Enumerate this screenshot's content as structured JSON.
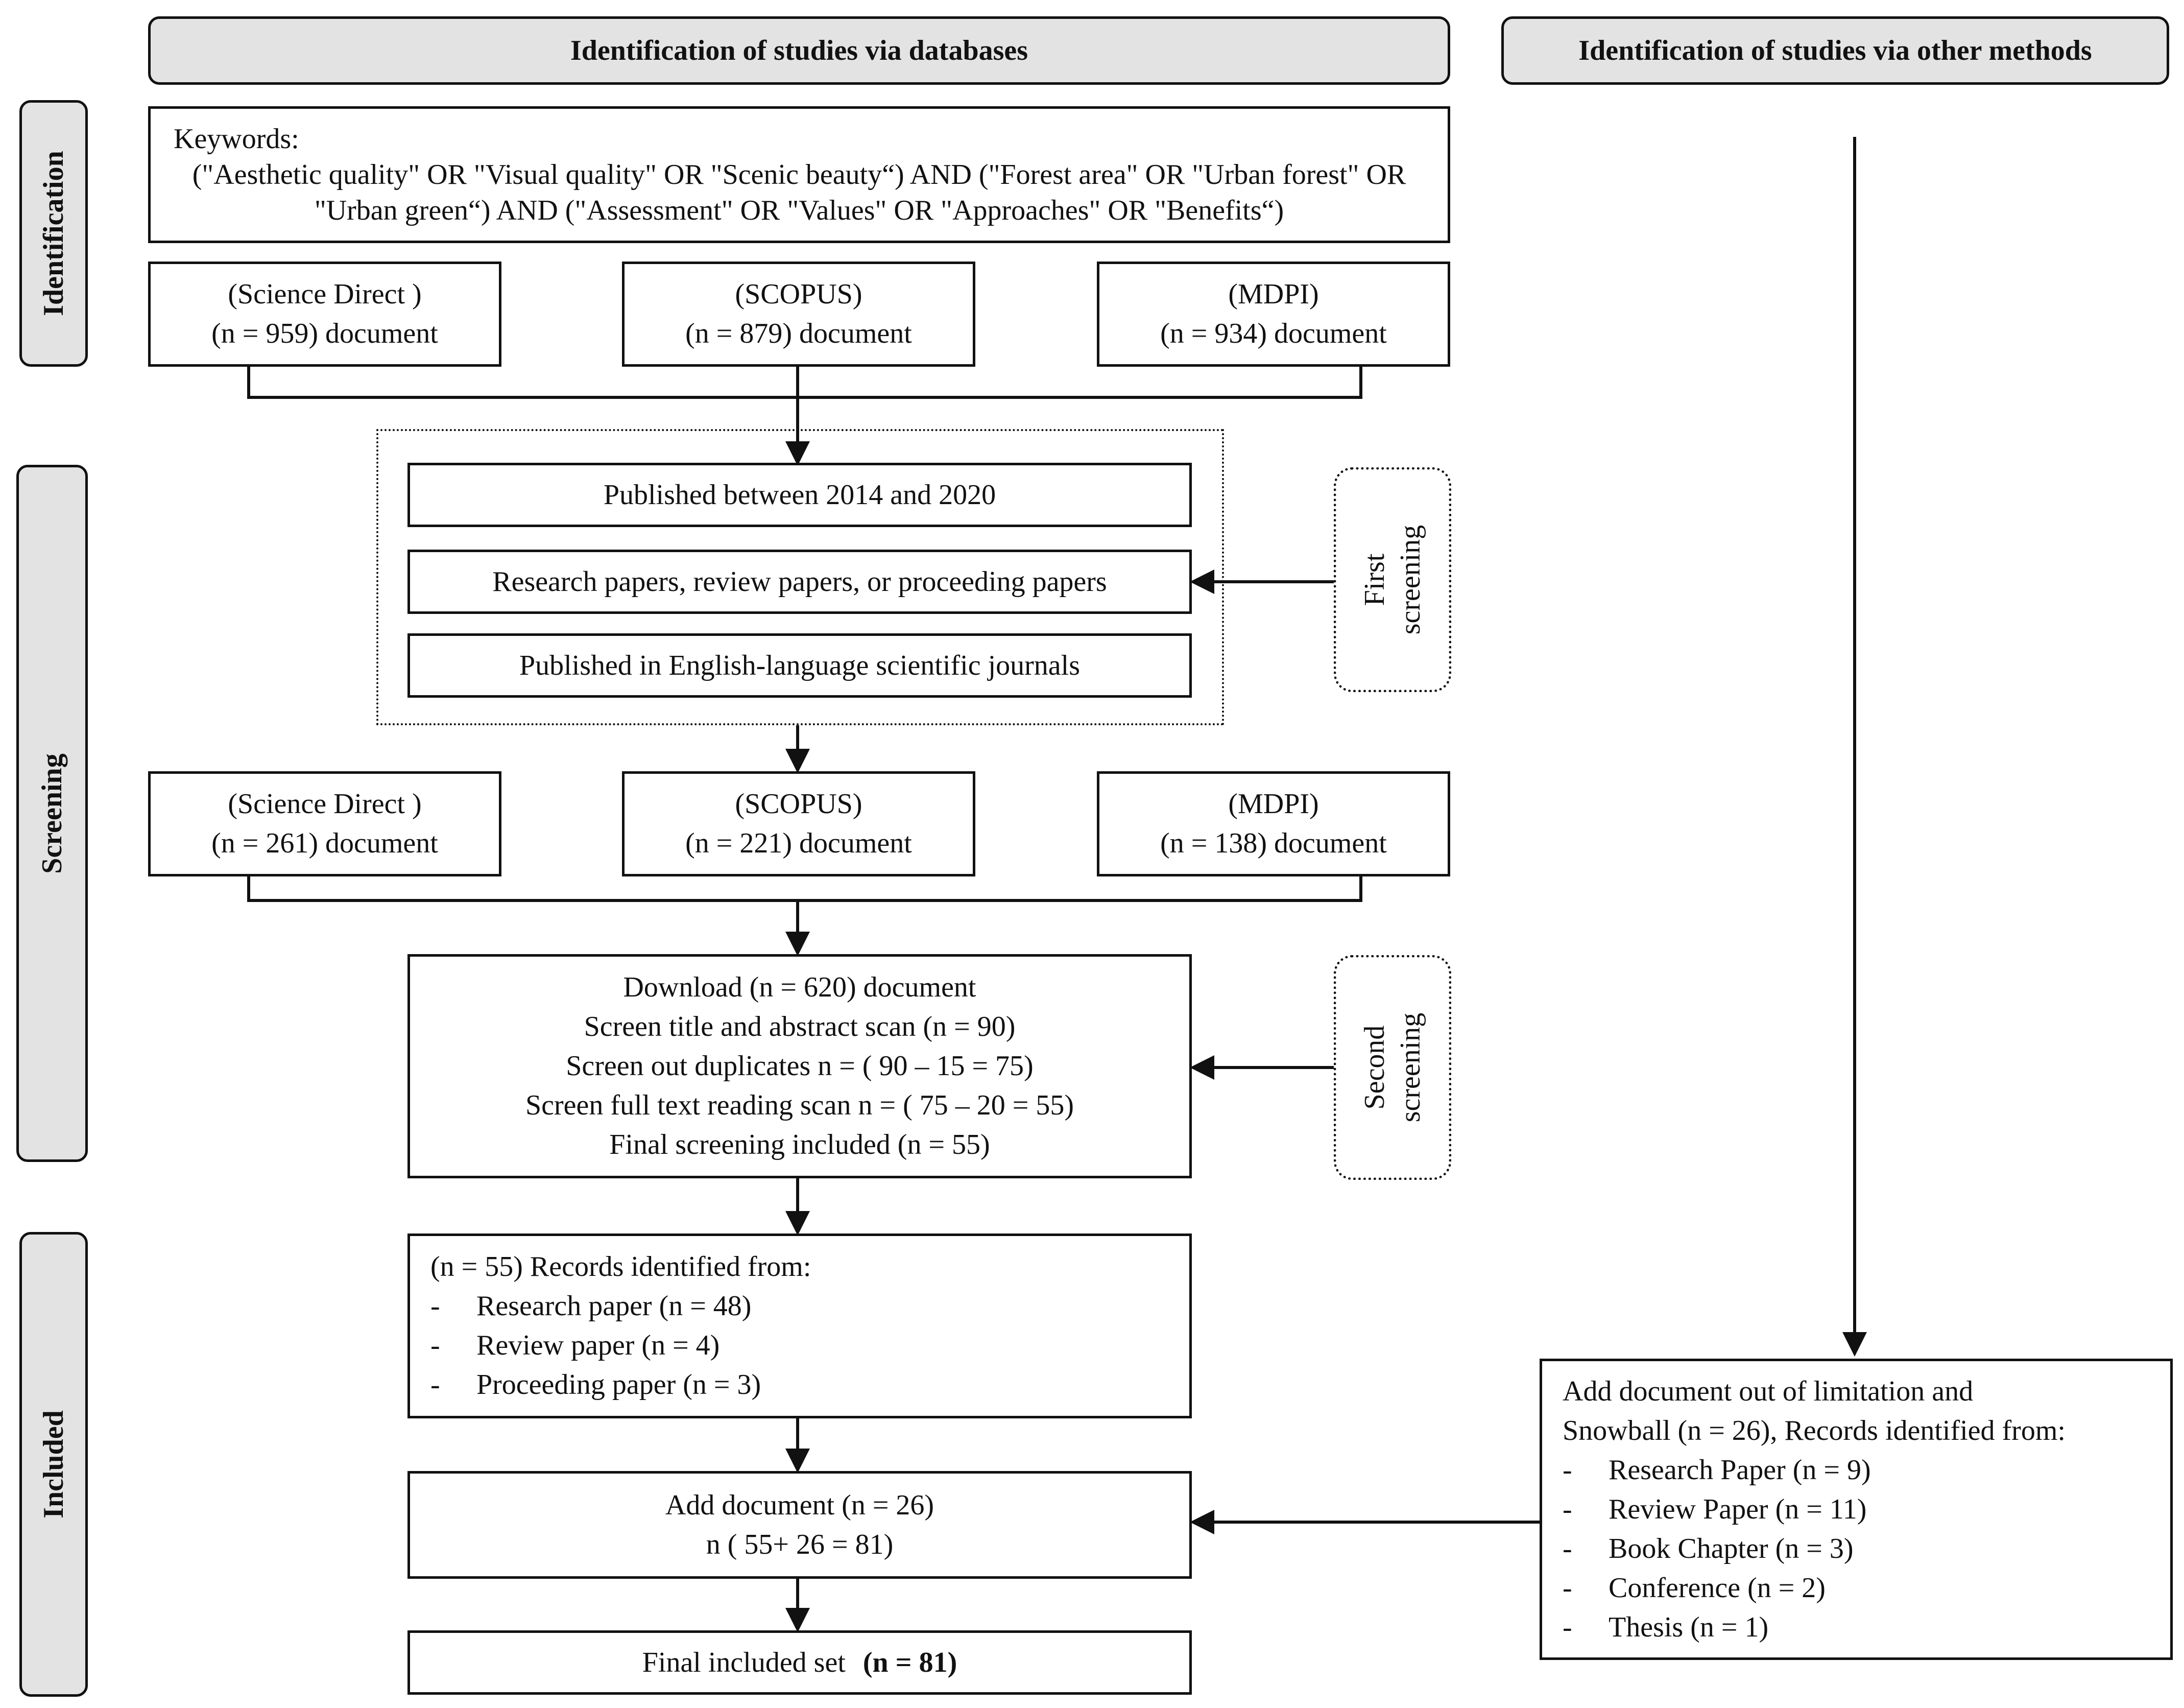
{
  "headers": {
    "databases": "Identification of studies via databases",
    "other_methods": "Identification of studies via other methods"
  },
  "phases": {
    "identification": "Identification",
    "screening": "Screening",
    "included": "Included"
  },
  "keywords": {
    "label": "Keywords:",
    "line1": "(\"Aesthetic quality\" OR \"Visual quality\" OR \"Scenic beauty“) AND (\"Forest area\" OR \"Urban forest\" OR",
    "line2": "\"Urban green“) AND (\"Assessment\" OR \"Values\" OR \"Approaches\" OR \"Benefits“)"
  },
  "initial_sources": [
    {
      "name": "(Science Direct )",
      "count": "(n = 959) document"
    },
    {
      "name": "(SCOPUS)",
      "count": "(n = 879) document"
    },
    {
      "name": "(MDPI)",
      "count": "(n = 934) document"
    }
  ],
  "criteria": [
    "Published between 2014 and 2020",
    "Research papers, review papers, or proceeding papers",
    "Published in English-language scientific journals"
  ],
  "first_screening": {
    "line1": "First",
    "line2": "screening"
  },
  "screened_sources": [
    {
      "name": "(Science Direct )",
      "count": "(n = 261) document"
    },
    {
      "name": "(SCOPUS)",
      "count": "(n = 221) document"
    },
    {
      "name": "(MDPI)",
      "count": "(n = 138) document"
    }
  ],
  "download_box": [
    "Download (n = 620) document",
    "Screen title and abstract scan  (n = 90)",
    "Screen out duplicates n = ( 90 – 15 = 75)",
    "Screen full text reading scan n = ( 75 – 20 = 55)",
    "Final screening included (n = 55)"
  ],
  "second_screening": {
    "line1": "Second",
    "line2": "screening"
  },
  "records_box": {
    "title": "(n = 55) Records identified from:",
    "items": [
      "Research paper  (n = 48)",
      "Review paper (n = 4)",
      "Proceeding paper  (n = 3)"
    ]
  },
  "add_box": {
    "line1": "Add document (n = 26)",
    "line2": "n ( 55+ 26 = 81)"
  },
  "final_box": {
    "label": "Final included set",
    "value": "(n = 81)"
  },
  "other_box": {
    "line1": "Add document out of limitation and",
    "line2": "Snowball (n = 26), Records identified from:",
    "items": [
      "Research Paper  (n = 9)",
      "Review Paper (n = 11)",
      "Book Chapter (n = 3)",
      "Conference (n = 2)",
      "Thesis (n = 1)"
    ]
  },
  "dash": "-"
}
